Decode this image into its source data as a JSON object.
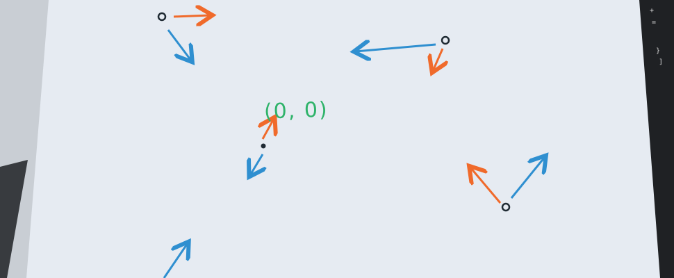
{
  "annotation": {
    "origin_text": "(0, 0)"
  },
  "keyboard": {
    "keys": [
      "+",
      "=",
      "}",
      "]"
    ]
  },
  "colors": {
    "background": "#c9ced4",
    "paper": "#e6ebf2",
    "keyboard": "#1f2124",
    "arrow_orange": "#f06a2b",
    "arrow_blue": "#2f8fd0",
    "point": "#1f2a33",
    "text_green": "#2fb36a"
  },
  "icons": [
    "origin-point",
    "red-arrow",
    "blue-arrow"
  ]
}
